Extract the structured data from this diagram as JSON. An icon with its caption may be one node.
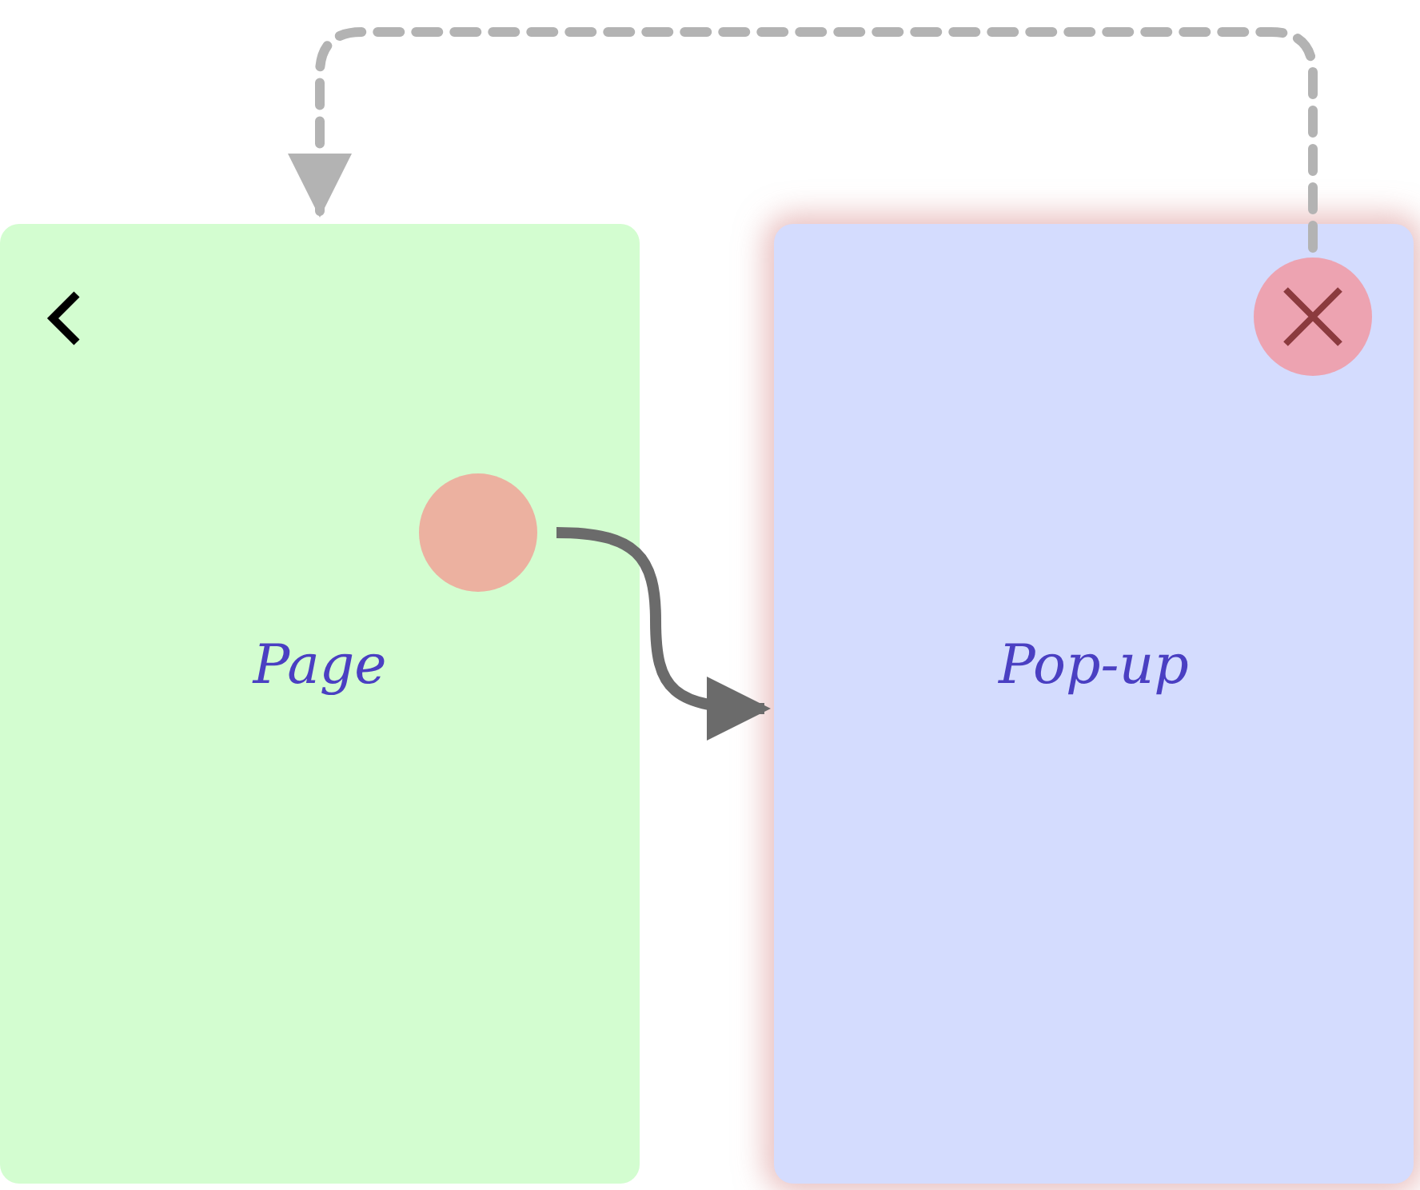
{
  "diagram": {
    "nodes": [
      {
        "text": [
          "Page"
        ]
      },
      {
        "text": [
          "Pop-up"
        ]
      },
      {
        "text": [],
        "shape": "circle",
        "in": 0
      },
      {
        "text": [],
        "shape": "circle",
        "in": 1
      }
    ],
    "edges": [
      {
        "from": 2,
        "to": 1,
        "arrow": "to",
        "color": "#6b6b6b"
      },
      {
        "from": 3,
        "to": 0,
        "arrow": "to",
        "style": "dashed",
        "color": "#b3b3b3"
      }
    ]
  }
}
